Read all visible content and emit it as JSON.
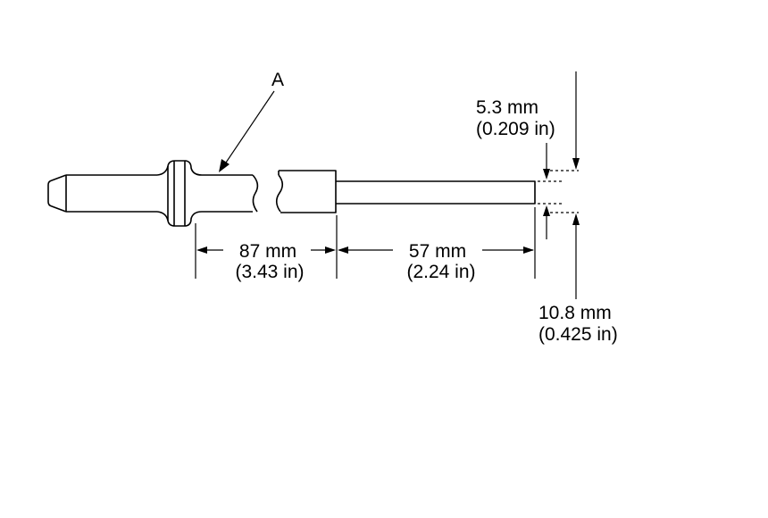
{
  "callout": {
    "label": "A"
  },
  "dimensions": {
    "tip_diameter": {
      "metric": "5.3 mm",
      "imperial": "(0.209 in)"
    },
    "shank_diameter": {
      "metric": "10.8 mm",
      "imperial": "(0.425 in)"
    },
    "body_length": {
      "metric": "87 mm",
      "imperial": "(3.43 in)"
    },
    "tip_length": {
      "metric": "57 mm",
      "imperial": "(2.24 in)"
    }
  }
}
